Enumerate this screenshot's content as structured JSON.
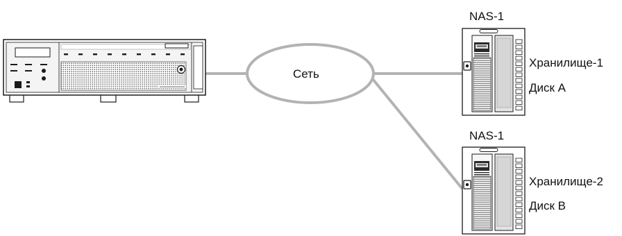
{
  "network": {
    "label": "Сеть"
  },
  "nas_top": {
    "title": "NAS-1",
    "storage": "Хранилище-1",
    "disk": "Диск А"
  },
  "nas_bottom": {
    "title": "NAS-1",
    "storage": "Хранилище-2",
    "disk": "Диск B"
  },
  "colors": {
    "link_line": "#b3b3b3",
    "outline": "#1a1a1a",
    "panel_fill": "#f2f2f2",
    "dark_accent": "#222222"
  },
  "icons": {
    "recorder": "recorder-device-icon",
    "cloud": "network-cloud-icon",
    "nas": "nas-server-icon"
  }
}
